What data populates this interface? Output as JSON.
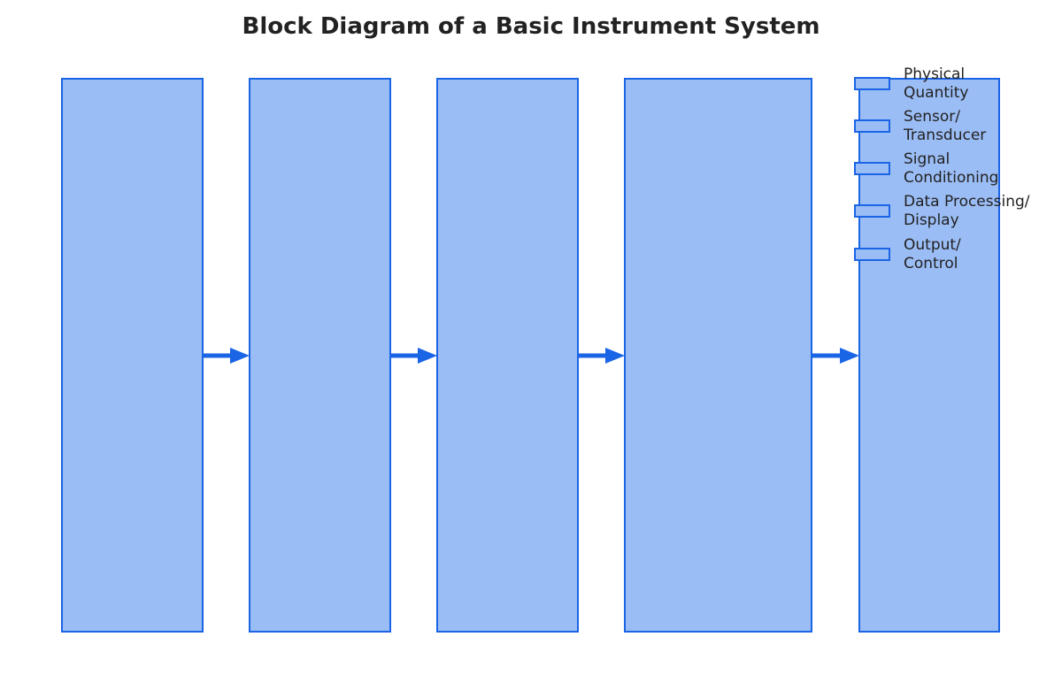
{
  "title": "Block Diagram of a Basic Instrument System",
  "colors": {
    "block_fill": "#9bbdf5",
    "block_stroke": "#1a64e6",
    "arrow": "#1a64e6",
    "title": "#222222"
  },
  "blocks": [
    {
      "id": "physical-quantity"
    },
    {
      "id": "sensor-transducer"
    },
    {
      "id": "signal-conditioning"
    },
    {
      "id": "data-processing-display"
    },
    {
      "id": "output-control"
    }
  ],
  "arrows": [
    {
      "from": "physical-quantity",
      "to": "sensor-transducer"
    },
    {
      "from": "sensor-transducer",
      "to": "signal-conditioning"
    },
    {
      "from": "signal-conditioning",
      "to": "data-processing-display"
    },
    {
      "from": "data-processing-display",
      "to": "output-control"
    }
  ],
  "legend": {
    "placement": "top-right",
    "items": [
      {
        "line1": "Physical",
        "line2": "Quantity"
      },
      {
        "line1": "Sensor/",
        "line2": "Transducer"
      },
      {
        "line1": "Signal",
        "line2": "Conditioning"
      },
      {
        "line1": "Data Processing/",
        "line2": "Display"
      },
      {
        "line1": "Output/",
        "line2": "Control"
      }
    ]
  }
}
